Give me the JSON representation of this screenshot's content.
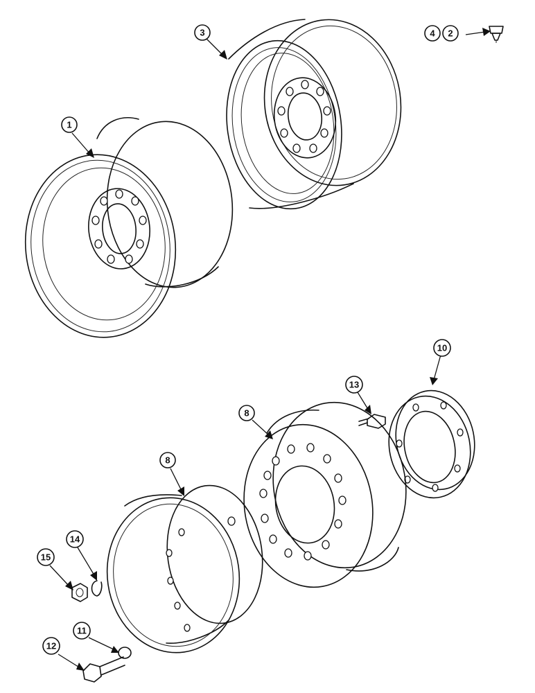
{
  "callouts": {
    "c1": "1",
    "c2": "2",
    "c3": "3",
    "c4": "4",
    "c8a": "8",
    "c8b": "8",
    "c10": "10",
    "c11": "11",
    "c12": "12",
    "c13": "13",
    "c14": "14",
    "c15": "15"
  }
}
